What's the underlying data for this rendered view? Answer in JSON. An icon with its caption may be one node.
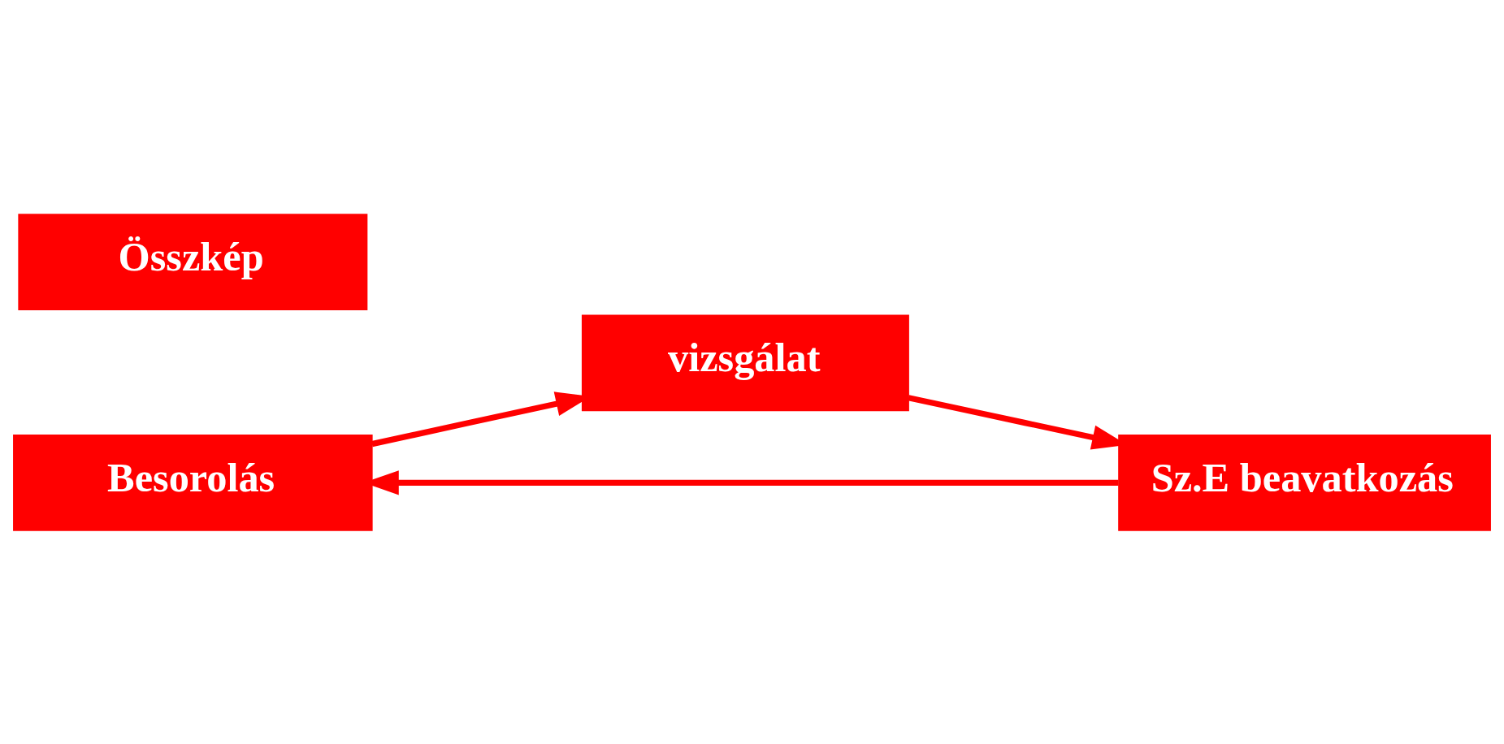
{
  "diagram": {
    "nodes": [
      {
        "text": [
          "Besorolás"
        ]
      },
      {
        "text": [
          "vizsgálat"
        ]
      },
      {
        "text": [
          "Összkép"
        ]
      },
      {
        "text": [
          "Sz.E beavatkozás"
        ]
      }
    ],
    "edges": [
      {
        "from": 0,
        "to": 1,
        "arrow": "to"
      },
      {
        "from": 1,
        "to": 3,
        "arrow": "to"
      },
      {
        "from": 3,
        "to": 0,
        "arrow": "to"
      }
    ]
  }
}
